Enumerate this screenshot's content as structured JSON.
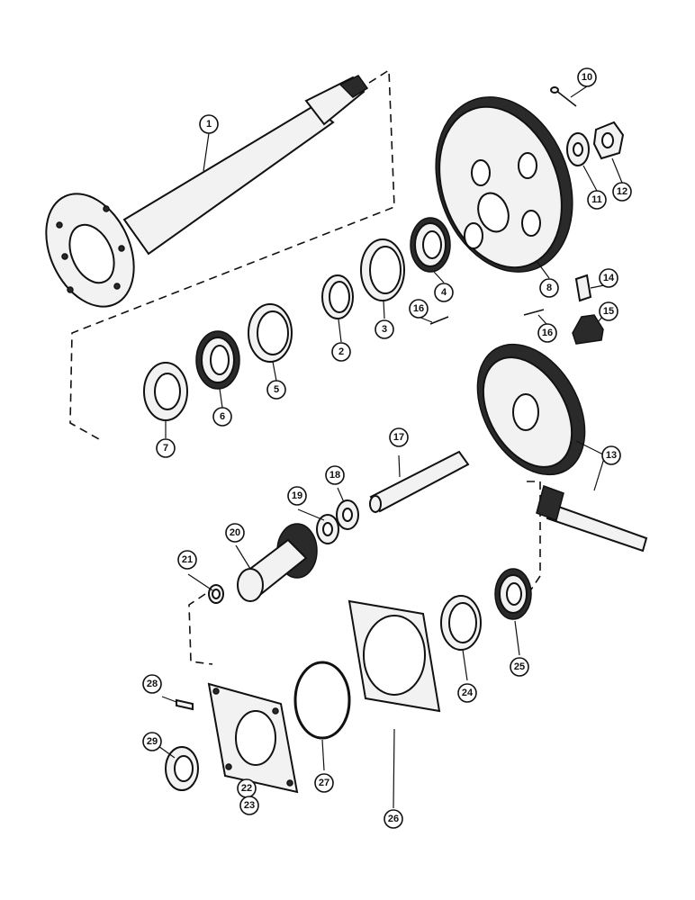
{
  "callouts": [
    "1",
    "2",
    "3",
    "4",
    "5",
    "6",
    "7",
    "8",
    "10",
    "11",
    "12",
    "14",
    "15",
    "16",
    "16",
    "17",
    "18",
    "19",
    "20",
    "21",
    "13",
    "22",
    "23",
    "24",
    "25",
    "26",
    "27",
    "28",
    "29"
  ]
}
